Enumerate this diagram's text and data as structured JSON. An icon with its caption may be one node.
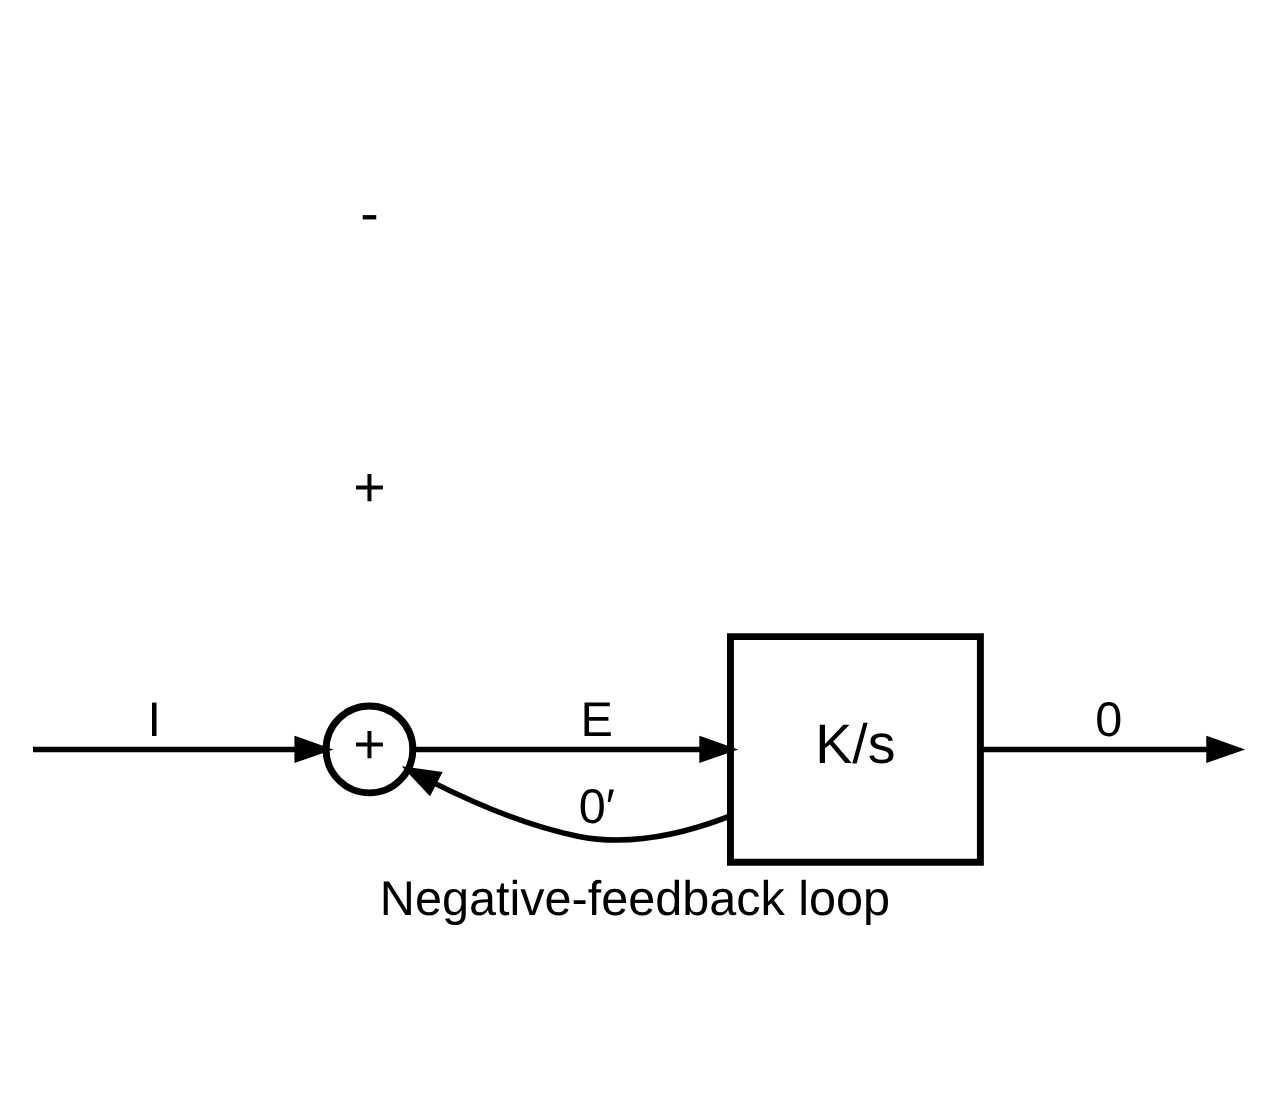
{
  "diagram": {
    "caption": "Negative-feedback loop",
    "nodes": [
      {
        "text": [
          "+"
        ]
      },
      {
        "text": [
          "K/s"
        ]
      }
    ],
    "edges": [
      {
        "from": null,
        "to": 0,
        "arrow": "to",
        "label": "I"
      },
      {
        "from": 0,
        "to": 1,
        "arrow": "to",
        "label": "E"
      },
      {
        "from": 1,
        "to": null,
        "arrow": "to",
        "label": "0"
      },
      {
        "from": 1,
        "to": 0,
        "arrow": "to",
        "label": "0′"
      }
    ],
    "labels": [
      "+",
      "-"
    ]
  }
}
